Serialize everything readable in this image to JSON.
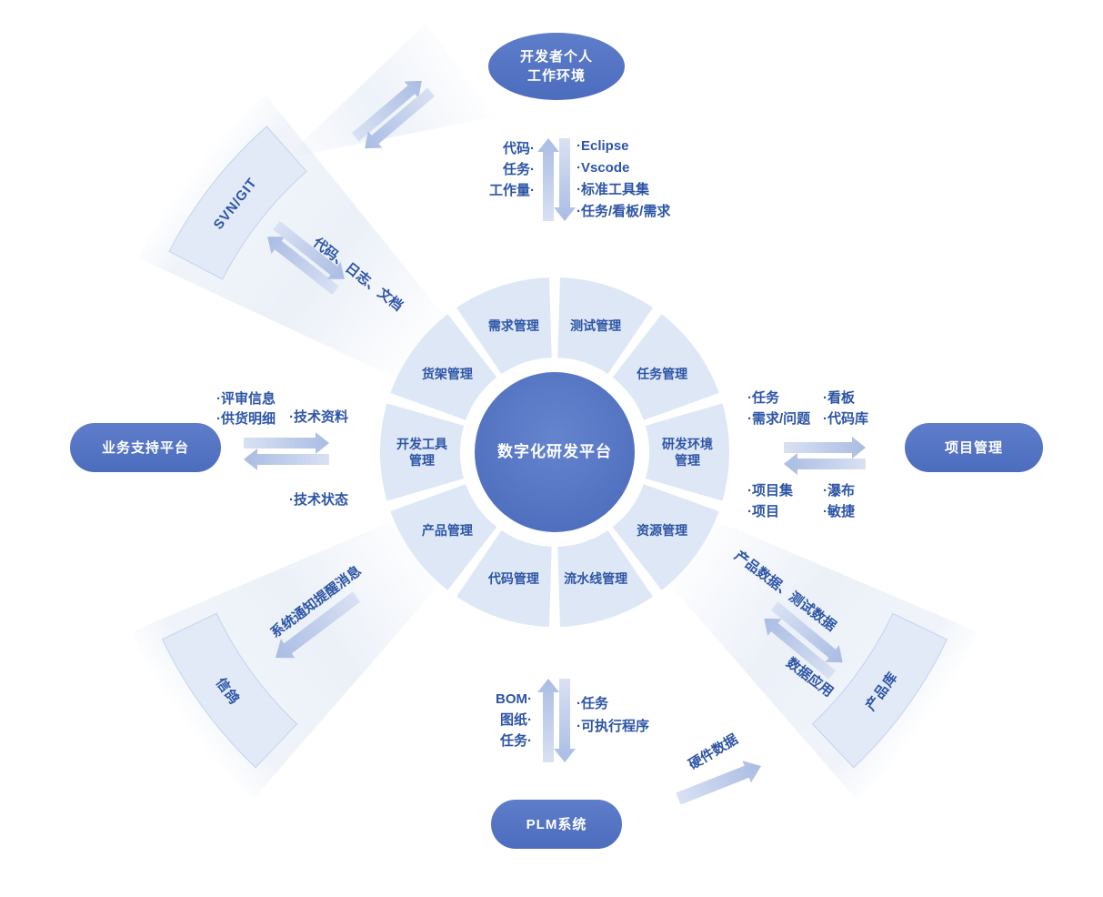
{
  "hub": {
    "center_label": "数字化研发平台",
    "segments": [
      {
        "lines": [
          "需求管理"
        ]
      },
      {
        "lines": [
          "测试管理"
        ]
      },
      {
        "lines": [
          "任务管理"
        ]
      },
      {
        "lines": [
          "研发环境",
          "管理"
        ]
      },
      {
        "lines": [
          "资源管理"
        ]
      },
      {
        "lines": [
          "流水线管理"
        ]
      },
      {
        "lines": [
          "代码管理"
        ]
      },
      {
        "lines": [
          "产品管理"
        ]
      },
      {
        "lines": [
          "开发工具",
          "管理"
        ]
      },
      {
        "lines": [
          "货架管理"
        ]
      }
    ]
  },
  "nodes": {
    "developer_env": {
      "lines": [
        "开发者个人",
        "工作环境"
      ]
    },
    "svn_git": {
      "label": "SVN/GIT"
    },
    "business_support": {
      "label": "业务支持平台"
    },
    "messenger": {
      "label": "信鸽"
    },
    "plm": {
      "label": "PLM系统"
    },
    "product_repo": {
      "label": "产品库"
    },
    "project_mgmt": {
      "label": "项目管理"
    }
  },
  "edge_labels": {
    "dev_left": [
      "代码·",
      "任务·",
      "工作量·"
    ],
    "dev_right": [
      "·Eclipse",
      "·Vscode",
      "·标准工具集",
      "·任务/看板/需求"
    ],
    "svn_link": "代码、日志、文档",
    "biz_in": [
      "·评审信息",
      "·供货明细"
    ],
    "biz_out_top": "·技术资料",
    "biz_out_bottom": "·技术状态",
    "proj_top_left": [
      "·任务",
      "·需求/问题"
    ],
    "proj_top_right": [
      "·看板",
      "·代码库"
    ],
    "proj_bottom_left": [
      "·项目集",
      "·项目"
    ],
    "proj_bottom_right": [
      "·瀑布",
      "·敏捷"
    ],
    "msg_link": "系统通知提醒消息",
    "plm_left": [
      "BOM·",
      "图纸·",
      "任务·"
    ],
    "plm_right": [
      "·任务",
      "·可执行程序"
    ],
    "repo_link_top": "产品数据、测试数据",
    "repo_link_bottom": "数据应用",
    "hw_link": "硬件数据"
  },
  "colors": {
    "primary": "#5474c4",
    "ring_fill": "#dee7f6",
    "text_blue": "#2d55a6",
    "arrow_light": "#d9e1f3",
    "arrow_dark": "#a9bce3",
    "band_fill": "#e2eaf8"
  }
}
